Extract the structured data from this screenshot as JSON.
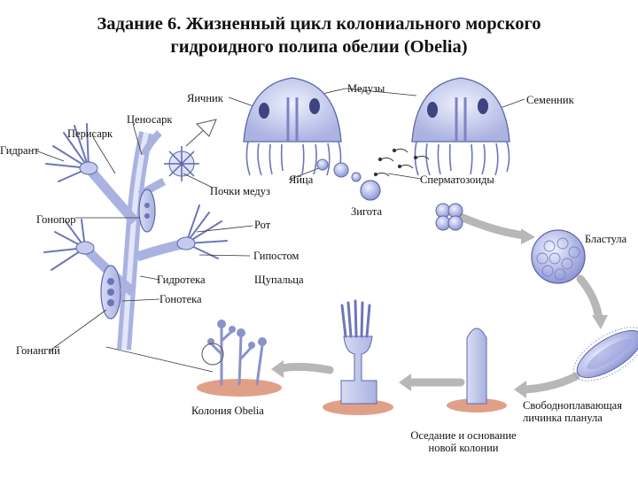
{
  "title": {
    "line1": "Задание 6. Жизненный цикл колониального морского",
    "line2": "гидроидного полипа обелии (Obelia)"
  },
  "labels": {
    "yaichnik": "Яичник",
    "meduzy": "Медузы",
    "semennik": "Семенник",
    "cenosark": "Ценосарк",
    "perisark": "Перисарк",
    "gidrant": "Гидрант",
    "pochki_meduz": "Почки медуз",
    "yaica": "Яйца",
    "spermatozoidy": "Сперматозоиды",
    "zigota": "Зигота",
    "gonopor": "Гонопор",
    "rot": "Рот",
    "blastula": "Бластула",
    "gipostom": "Гипостом",
    "gidroteka": "Гидротека",
    "shupalca": "Щупальца",
    "gonoteka": "Гонотека",
    "gonangiy": "Гонангий",
    "koloniya": "Колония Obelia",
    "planula_line1": "Свободноплавающая",
    "planula_line2": "личинка планула",
    "osedanie_line1": "Оседание и основание",
    "osedanie_line2": "новой колонии"
  },
  "colors": {
    "organism": "#b9c2ea",
    "organism_dark": "#5e67a8",
    "arrow": "#b5b5b5",
    "substrate": "#e0a088"
  }
}
